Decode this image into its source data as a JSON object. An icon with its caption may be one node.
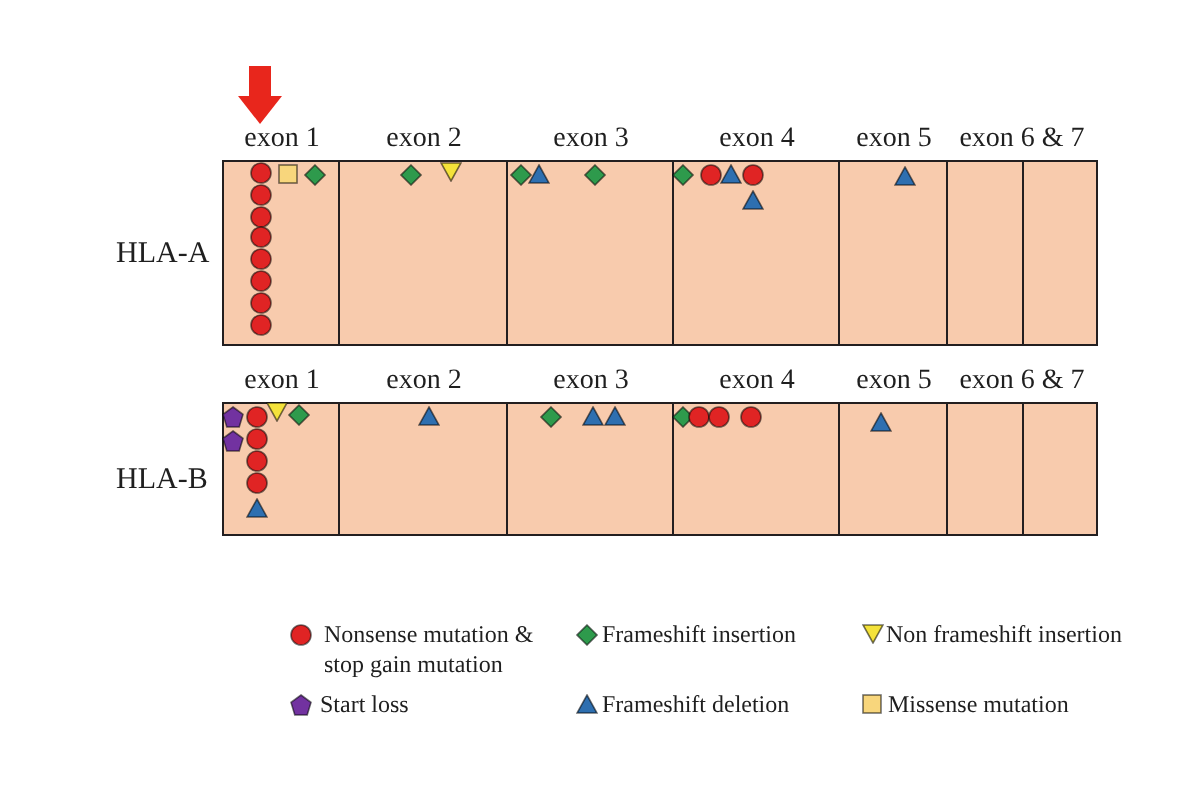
{
  "diagram": {
    "nodes": [
      {
        "text": [
          "HLA-A"
        ]
      },
      {
        "text": [
          "exon 1"
        ],
        "in": 0
      },
      {
        "text": [
          "exon 2"
        ],
        "in": 0
      },
      {
        "text": [
          "exon 3"
        ],
        "in": 0
      },
      {
        "text": [
          "exon 4"
        ],
        "in": 0
      },
      {
        "text": [
          "exon 5"
        ],
        "in": 0
      },
      {
        "text": [
          "exon 6 & 7"
        ],
        "in": 0
      },
      {
        "text": [
          "HLA-B"
        ]
      },
      {
        "text": [
          "exon 1"
        ],
        "in": 7
      },
      {
        "text": [
          "exon 2"
        ],
        "in": 7
      },
      {
        "text": [
          "exon 3"
        ],
        "in": 7
      },
      {
        "text": [
          "exon 4"
        ],
        "in": 7
      },
      {
        "text": [
          "exon 5"
        ],
        "in": 7
      },
      {
        "text": [
          "exon 6 & 7"
        ],
        "in": 7
      }
    ],
    "edges": [
      {
        "from": null,
        "to": 1,
        "arrow": "to",
        "color": "#e8261c"
      }
    ],
    "legend": [
      {
        "text": "Nonsense mutation & stop gain mutation",
        "color": "#e02424"
      },
      {
        "text": "Frameshift insertion",
        "color": "#2e9a4c"
      },
      {
        "text": "Non frameshift insertion",
        "color": "#f4e23a"
      },
      {
        "text": "Start loss",
        "color": "#7232a0"
      },
      {
        "text": "Frameshift deletion",
        "color": "#2e6fb0"
      },
      {
        "text": "Missense mutation",
        "color": "#f8d67c"
      }
    ]
  }
}
